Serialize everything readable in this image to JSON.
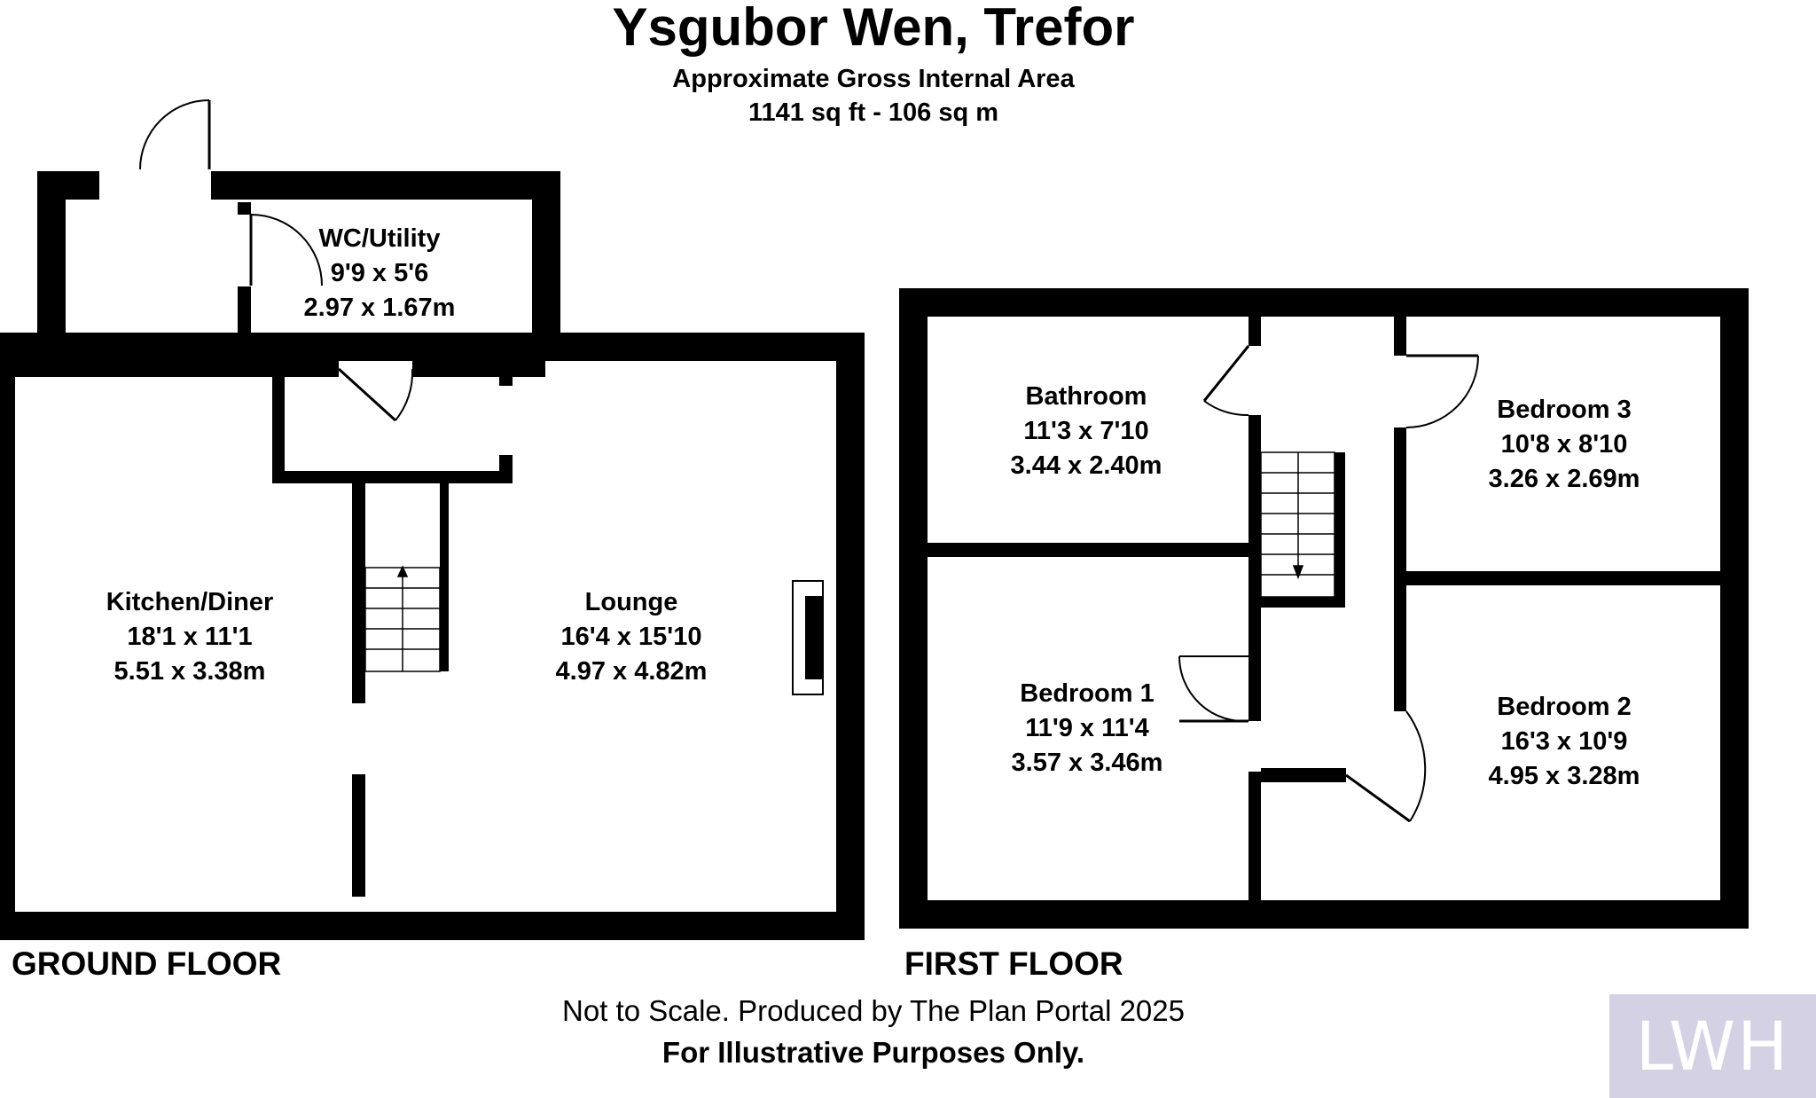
{
  "header": {
    "title": "Ysgubor Wen, Trefor",
    "subtitle_line1": "Approximate Gross Internal Area",
    "subtitle_line2": "1141 sq ft - 106 sq m"
  },
  "ground_floor": {
    "label": "GROUND FLOOR",
    "rooms": [
      {
        "name": "WC/Utility",
        "imperial": "9'9 x 5'6",
        "metric": "2.97 x 1.67m"
      },
      {
        "name": "Kitchen/Diner",
        "imperial": "18'1 x 11'1",
        "metric": "5.51 x 3.38m"
      },
      {
        "name": "Lounge",
        "imperial": "16'4 x 15'10",
        "metric": "4.97 x 4.82m"
      }
    ]
  },
  "first_floor": {
    "label": "FIRST FLOOR",
    "rooms": [
      {
        "name": "Bathroom",
        "imperial": "11'3 x 7'10",
        "metric": "3.44 x 2.40m"
      },
      {
        "name": "Bedroom 3",
        "imperial": "10'8 x 8'10",
        "metric": "3.26 x 2.69m"
      },
      {
        "name": "Bedroom 1",
        "imperial": "11'9 x 11'4",
        "metric": "3.57 x 3.46m"
      },
      {
        "name": "Bedroom 2",
        "imperial": "16'3 x 10'9",
        "metric": "4.95 x 3.28m"
      }
    ]
  },
  "footer": {
    "disclaimer": "Not to Scale. Produced by The Plan Portal 2025",
    "note": "For Illustrative Purposes Only."
  },
  "logo": {
    "text": "LWH",
    "color": "#d5d1e5"
  }
}
